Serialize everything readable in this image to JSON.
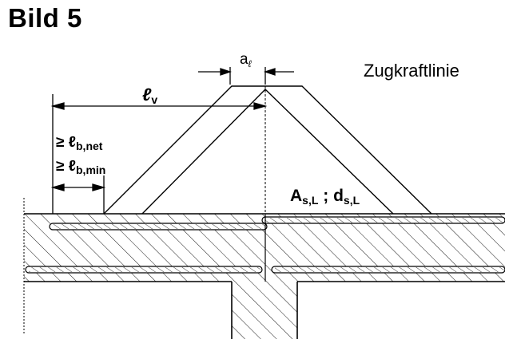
{
  "title": "Bild 5",
  "labels": {
    "tensile_line": "Zugkraftlinie",
    "shift_a": "a",
    "shift_a_sub": "ℓ",
    "lap_length": "ℓ",
    "lap_length_sub": "v",
    "geq1": "≥ ℓ",
    "geq1_sub": "b,net",
    "geq2": "≥ ℓ",
    "geq2_sub": "b,min",
    "area_A": "A",
    "area_A_sub": "s,L",
    "separator": " ; d",
    "dia_sub": "s,L"
  },
  "colors": {
    "line": "#000000",
    "background": "#ffffff"
  }
}
